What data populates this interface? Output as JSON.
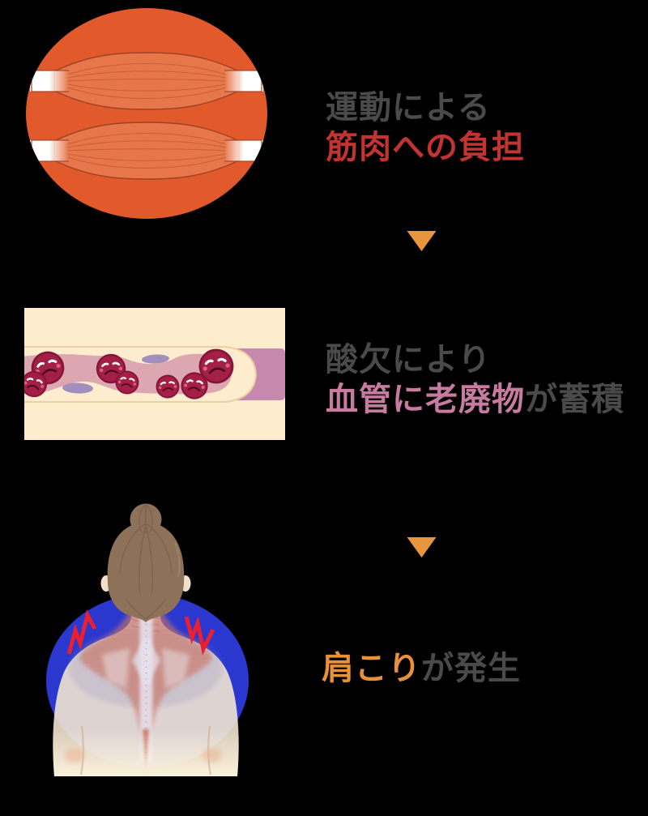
{
  "page": {
    "background": "#000000",
    "kind": "infographic-flow"
  },
  "steps": [
    {
      "illustration": "exercise-strained-muscle",
      "lines": [
        {
          "parts": [
            {
              "text": "運動による",
              "color": "#4a4a4a"
            }
          ]
        },
        {
          "parts": [
            {
              "text": "筋肉への負担",
              "color": "#c23431"
            }
          ]
        }
      ]
    },
    {
      "illustration": "blood-vessel-waste-accumulation",
      "lines": [
        {
          "parts": [
            {
              "text": "酸欠により",
              "color": "#4a4a4a"
            }
          ]
        },
        {
          "parts": [
            {
              "text": "血管に老廃物",
              "color": "#c77ba1"
            },
            {
              "text": "が蓄積",
              "color": "#4a4a4a"
            }
          ]
        }
      ]
    },
    {
      "illustration": "woman-with-shoulder-stiffness",
      "lines": [
        {
          "parts": [
            {
              "text": "肩こり",
              "color": "#e8913b"
            },
            {
              "text": "が発生",
              "color": "#4a4a4a"
            }
          ]
        }
      ]
    }
  ],
  "colors": {
    "text_gray": "#4a4a4a",
    "accent_red": "#c23431",
    "accent_pink": "#c77ba1",
    "accent_orange": "#e8913b",
    "arrow_orange": "#e8953d",
    "muscle_circle_orange": "#e25a2b",
    "muscle_belly_orange": "#e7774b",
    "muscle_outline_brown": "#9e4226",
    "vessel_bg_cream": "#fdeccd",
    "vessel_wall_line": "#ecd0a2",
    "vessel_mauve": "#c689ad",
    "vessel_lumen_rose": "#dda7b2",
    "deposit_purple": "#a18fbe",
    "blood_cell_crimson": "#a31f45",
    "blood_cell_outline": "#841539",
    "aura_blue": "#2a38cf",
    "skin_cream": "#f6e9d3",
    "hair_brown": "#8d7158",
    "hair_line_brown": "#7b604c",
    "back_muscle_red": "#d07a68",
    "pain_mark_red": "#ea1f2f"
  }
}
